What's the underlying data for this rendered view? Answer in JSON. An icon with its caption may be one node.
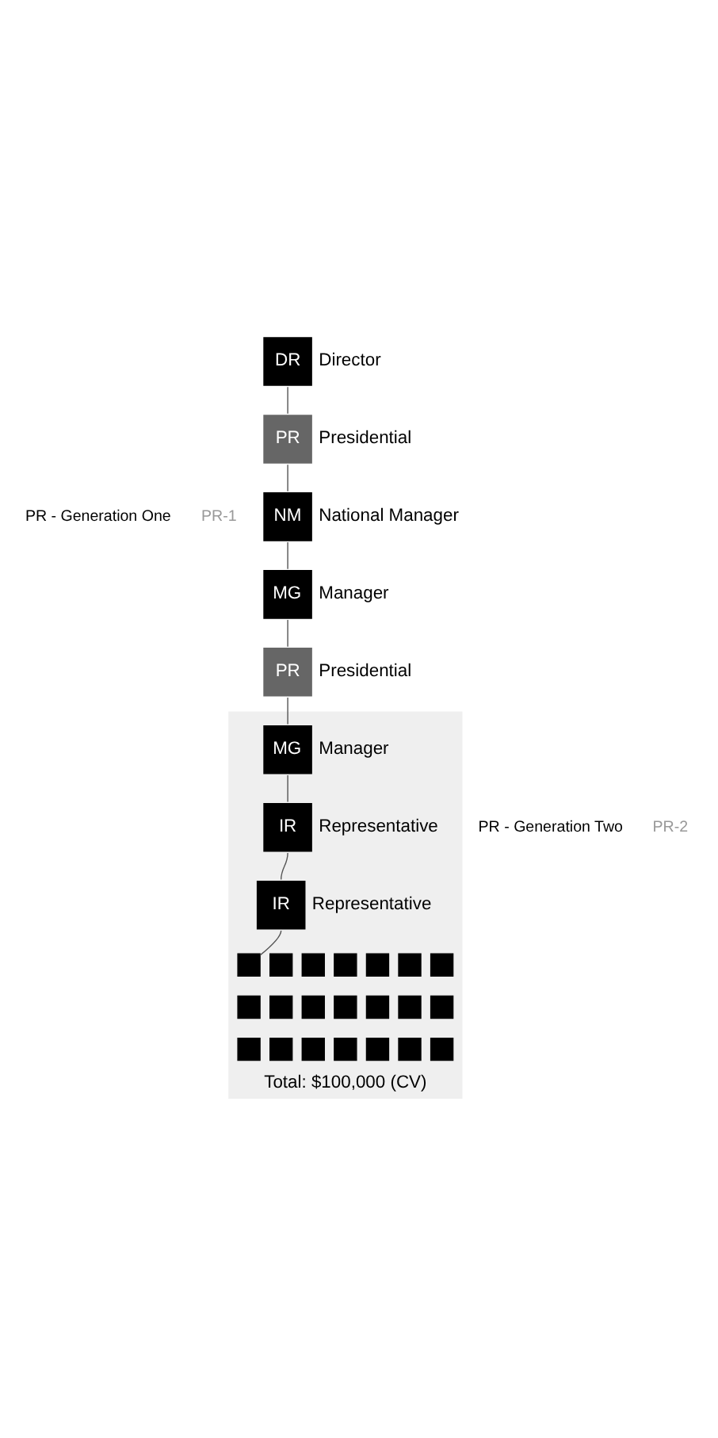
{
  "diagram": {
    "nodes": [
      {
        "text": [
          "DR"
        ],
        "beside": [
          "Director"
        ]
      },
      {
        "text": [
          "PR"
        ],
        "beside": [
          "Presidential"
        ]
      },
      {
        "text": [
          "NM"
        ],
        "beside": [
          "National Manager"
        ]
      },
      {
        "text": [
          "MG"
        ],
        "beside": [
          "Manager"
        ]
      },
      {
        "text": [
          "PR"
        ],
        "beside": [
          "Presidential"
        ]
      },
      {
        "text": [
          "Total: $100,000 (CV)"
        ]
      },
      {
        "text": [
          "MG"
        ],
        "beside": [
          "Manager"
        ],
        "in": 5
      },
      {
        "text": [
          "IR"
        ],
        "beside": [
          "Representative"
        ],
        "in": 5
      },
      {
        "text": [
          "IR"
        ],
        "beside": [
          "Representative"
        ],
        "in": 5
      },
      {
        "text": [],
        "shape": "box",
        "in": 5
      },
      {
        "text": [],
        "shape": "box",
        "in": 5
      },
      {
        "text": [],
        "shape": "box",
        "in": 5
      },
      {
        "text": [],
        "shape": "box",
        "in": 5
      },
      {
        "text": [],
        "shape": "box",
        "in": 5
      },
      {
        "text": [],
        "shape": "box",
        "in": 5
      },
      {
        "text": [],
        "shape": "box",
        "in": 5
      },
      {
        "text": [],
        "shape": "box",
        "in": 5
      },
      {
        "text": [],
        "shape": "box",
        "in": 5
      },
      {
        "text": [],
        "shape": "box",
        "in": 5
      },
      {
        "text": [],
        "shape": "box",
        "in": 5
      },
      {
        "text": [],
        "shape": "box",
        "in": 5
      },
      {
        "text": [],
        "shape": "box",
        "in": 5
      },
      {
        "text": [],
        "shape": "box",
        "in": 5
      },
      {
        "text": [],
        "shape": "box",
        "in": 5
      },
      {
        "text": [],
        "shape": "box",
        "in": 5
      },
      {
        "text": [],
        "shape": "box",
        "in": 5
      },
      {
        "text": [],
        "shape": "box",
        "in": 5
      },
      {
        "text": [],
        "shape": "box",
        "in": 5
      },
      {
        "text": [],
        "shape": "box",
        "in": 5
      },
      {
        "text": [],
        "shape": "box",
        "in": 5
      }
    ],
    "edges": [
      {
        "from": 0,
        "to": 1,
        "arrow": "none"
      },
      {
        "from": 1,
        "to": 2,
        "arrow": "none"
      },
      {
        "from": 2,
        "to": 3,
        "arrow": "none"
      },
      {
        "from": 3,
        "to": 4,
        "arrow": "none"
      },
      {
        "from": 4,
        "to": 6,
        "arrow": "none"
      },
      {
        "from": 6,
        "to": 7,
        "arrow": "none"
      },
      {
        "from": 7,
        "to": 8,
        "arrow": "none"
      },
      {
        "from": 8,
        "to": 9,
        "arrow": "none"
      }
    ],
    "labels": [
      "PR - Generation One",
      "PR-1",
      "PR - Generation Two",
      "PR-2"
    ]
  }
}
